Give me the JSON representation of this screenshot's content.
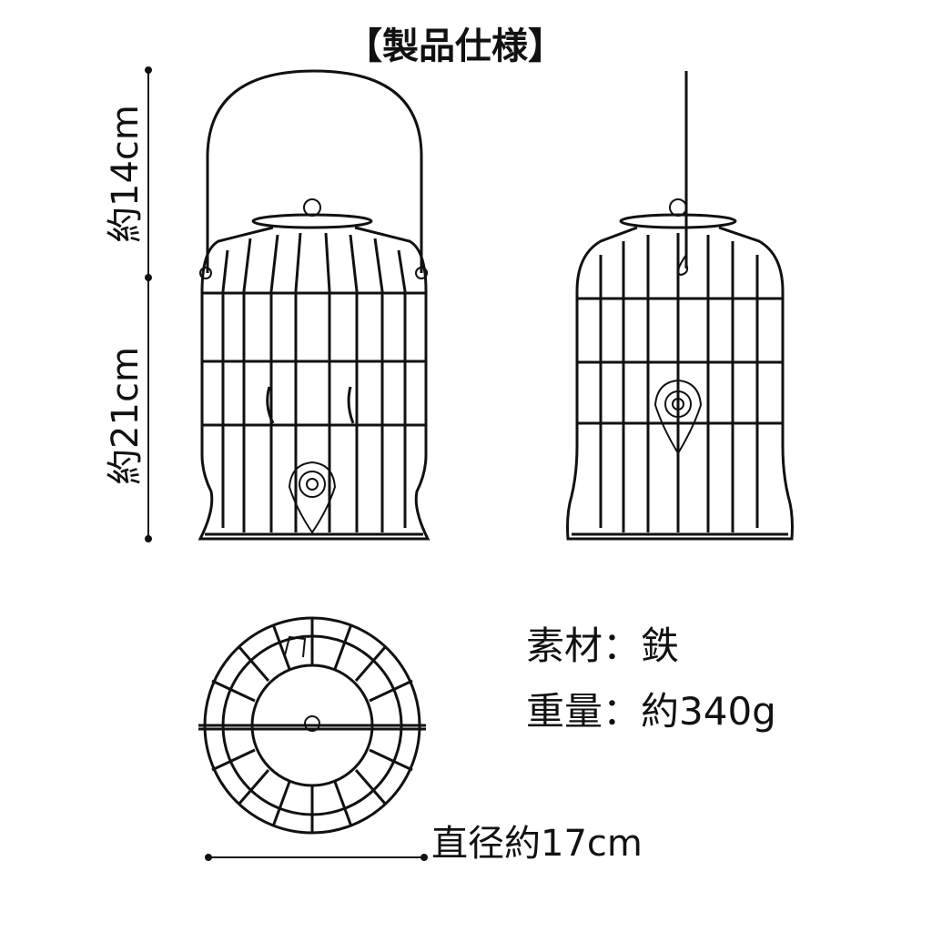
{
  "title": "【製品仕様】",
  "dimensions": {
    "handle_height": "約14cm",
    "body_height": "約21cm",
    "diameter": "直径約17cm"
  },
  "specs": {
    "material": "素材：鉄",
    "weight": "重量：約340g"
  }
}
